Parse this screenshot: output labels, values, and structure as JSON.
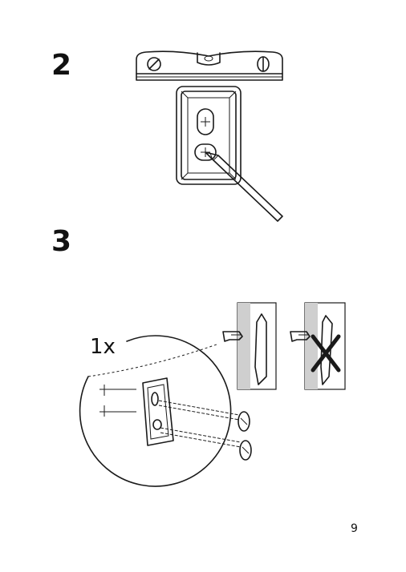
{
  "steps": [
    {
      "number": "2"
    },
    {
      "number": "3"
    }
  ],
  "step3": {
    "quantity_label": "1x"
  },
  "icons": [
    "spirit-level-icon",
    "wall-bracket-icon",
    "pencil-icon",
    "screw-icon",
    "pointing-hand-icon",
    "cross-mark-icon"
  ],
  "page_number": "9",
  "colors": {
    "line": "#1a1a1a",
    "wall": "#cfcfcf",
    "background": "#ffffff"
  }
}
